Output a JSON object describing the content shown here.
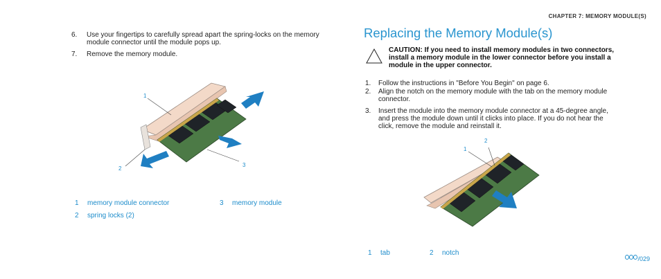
{
  "header": {
    "chapter": "CHAPTER 7: MEMORY MODULE(S)"
  },
  "left": {
    "steps": [
      {
        "num": "6.",
        "lines": [
          "Use your fingertips to carefully spread apart the spring-locks on the memory",
          "module connector until the module pops up."
        ]
      },
      {
        "num": "7.",
        "lines": [
          "Remove the memory module."
        ]
      }
    ],
    "callouts": [
      "1",
      "2",
      "3"
    ],
    "legend": [
      {
        "num": "1",
        "label": "memory module connector"
      },
      {
        "num": "3",
        "label": "memory module"
      },
      {
        "num": "2",
        "label": "spring locks (2)"
      }
    ]
  },
  "right": {
    "heading": "Replacing the Memory Module(s)",
    "caution_lines": [
      "CAUTION: If you need to install memory modules in two connectors,",
      "install a memory module in the lower connector before you install a",
      "module in the upper connector."
    ],
    "steps": [
      {
        "num": "1.",
        "lines": [
          "Follow the instructions in \"Before You Begin\" on page 6."
        ]
      },
      {
        "num": "2.",
        "lines": [
          "Align the notch on the memory module with the tab on the memory module",
          "connector."
        ]
      },
      {
        "num": "3.",
        "lines": [
          "Insert the module into the memory module connector at a 45-degree angle,",
          "and press the module down until it clicks into place. If you do not hear the",
          "click, remove the module and reinstall it."
        ]
      }
    ],
    "callouts": [
      "1",
      "2"
    ],
    "legend": [
      {
        "num": "1",
        "label": "tab"
      },
      {
        "num": "2",
        "label": "notch"
      }
    ]
  },
  "footer": {
    "page": "/029"
  },
  "colors": {
    "accent": "#2a95cf",
    "arrow": "#1f7fc2"
  },
  "icons": [
    "warning-triangle-icon",
    "alienware-logo-icon"
  ]
}
